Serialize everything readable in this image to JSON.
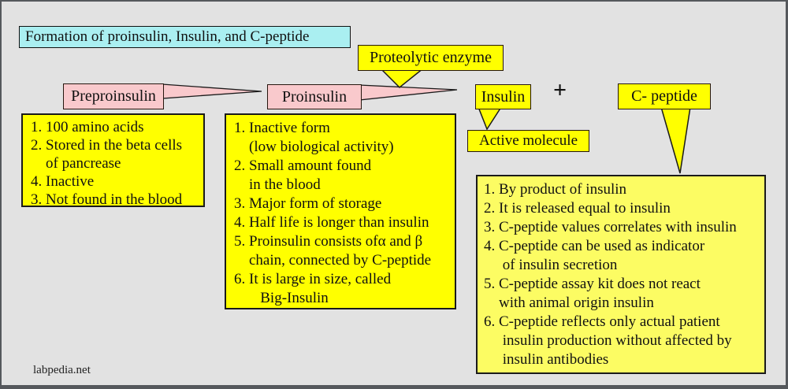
{
  "colors": {
    "background": "#E2E2E2",
    "frame": "#55585C",
    "cyan": "#AAEFF1",
    "pink": "#F9C9CC",
    "yellow": "#FFFF00",
    "yellow_light": "#FCFC63",
    "outline": "#1a1a1a"
  },
  "title": "Formation of proinsulin, Insulin, and C-peptide",
  "labels": {
    "preproinsulin": "Preproinsulin",
    "proinsulin": "Proinsulin",
    "proteolytic_enzyme": "Proteolytic enzyme",
    "insulin": "Insulin",
    "plus": "+",
    "c_peptide": "C- peptide",
    "active_molecule": "Active molecule"
  },
  "boxes": {
    "preproinsulin": {
      "lines": [
        "1. 100 amino acids",
        "2. Stored in the beta cells",
        "    of pancrease",
        "4. Inactive",
        "3. Not found in the blood"
      ]
    },
    "proinsulin": {
      "lines": [
        "1. Inactive form",
        "    (low biological activity)",
        "2. Small amount found",
        "    in the blood",
        "3. Major form of storage",
        "4. Half life is longer than insulin",
        "5. Proinsulin consists ofα and β",
        "    chain, connected by C-peptide",
        "6. It is large in size, called",
        "       Big-Insulin"
      ]
    },
    "c_peptide": {
      "lines": [
        "1. By product of insulin",
        "2. It is released equal to insulin",
        "3. C-peptide values correlates with insulin",
        "4. C-peptide can be used as indicator",
        "     of insulin secretion",
        "5. C-peptide assay kit does not react",
        "    with animal origin insulin",
        "6. C-peptide reflects only actual patient",
        "     insulin production without affected by",
        "     insulin antibodies"
      ]
    }
  },
  "footer": {
    "watermark": "labpedia.net"
  }
}
